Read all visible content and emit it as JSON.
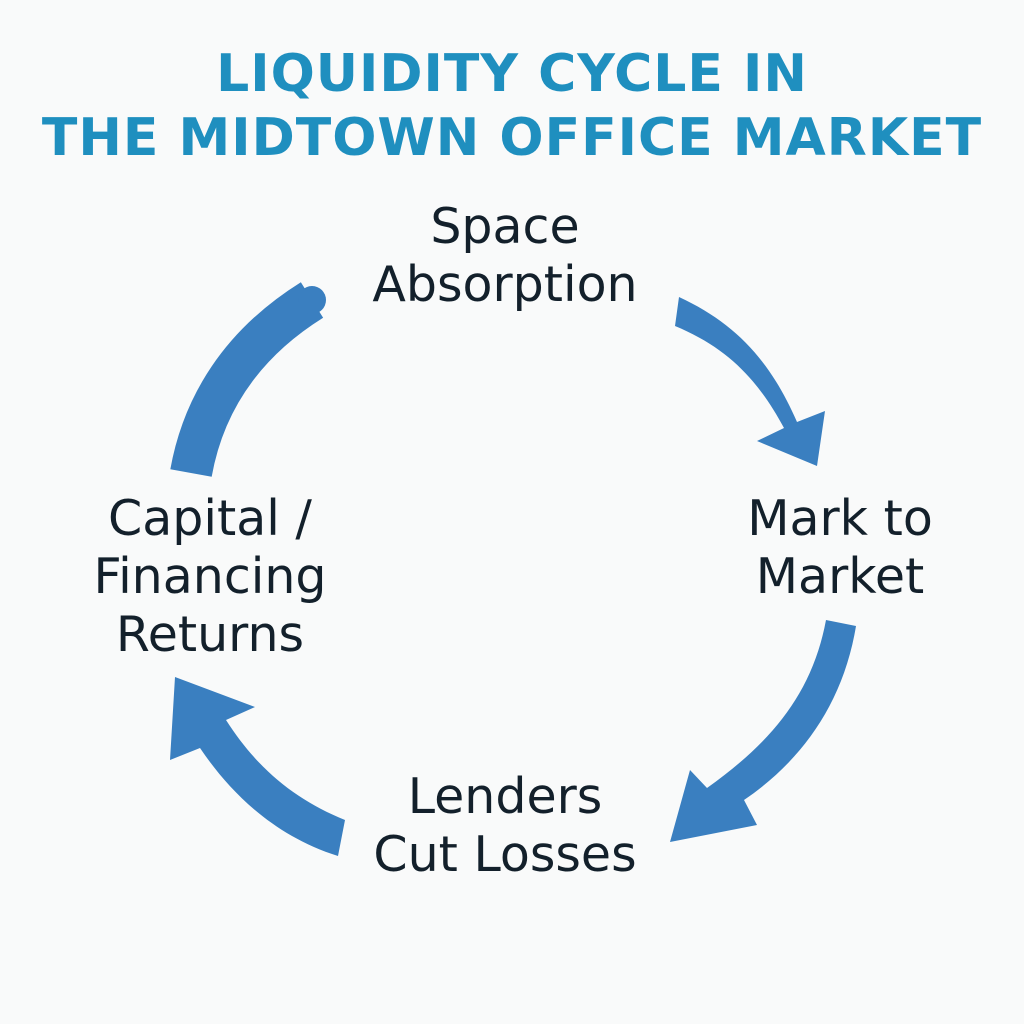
{
  "title": {
    "line1": "LIQUIDITY CYCLE IN",
    "line2": "THE MIDTOWN OFFICE MARKET"
  },
  "nodes": [
    {
      "id": "space-absorption",
      "lines": [
        "Space",
        "Absorption"
      ]
    },
    {
      "id": "mark-to-market",
      "lines": [
        "Mark to",
        "Market"
      ]
    },
    {
      "id": "lenders-cut-losses",
      "lines": [
        "Lenders",
        "Cut Losses"
      ]
    },
    {
      "id": "capital-financing-returns",
      "lines": [
        "Capital /",
        "Financing",
        "Returns"
      ]
    }
  ],
  "colors": {
    "title": "#1f8fbf",
    "arrow": "#3a7fc0",
    "text": "#13202b",
    "background": "#f9fafa"
  }
}
